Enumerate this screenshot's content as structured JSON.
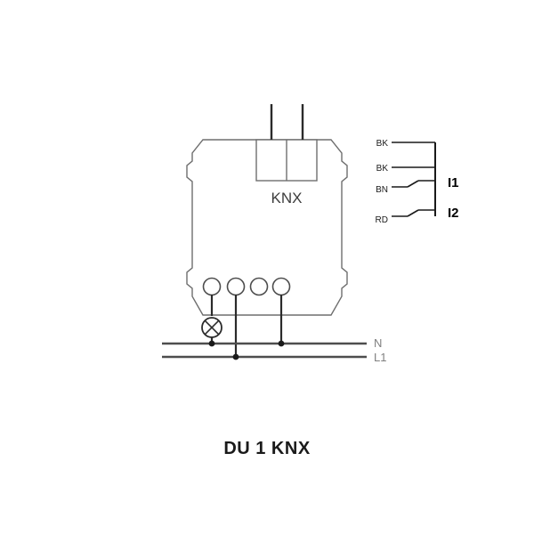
{
  "caption": "DU 1 KNX",
  "device": {
    "name": "flush-mount-knx-dimmer",
    "bus_terminal_label": "KNX"
  },
  "bus": {
    "wires": [
      "knx-bus-wire-left",
      "knx-bus-wire-right"
    ]
  },
  "load_terminals": [
    {
      "id": "terminal-1",
      "connects_to": "lamp"
    },
    {
      "id": "terminal-2",
      "connects_to": "L1"
    },
    {
      "id": "terminal-3",
      "connects_to": "none"
    },
    {
      "id": "terminal-4",
      "connects_to": "N"
    }
  ],
  "lamp": {
    "symbol": "lamp-cross-circle"
  },
  "mains": {
    "lines": [
      {
        "label": "N"
      },
      {
        "label": "L1"
      }
    ]
  },
  "input_block": {
    "wires": [
      {
        "label": "BK",
        "contact": false
      },
      {
        "label": "BK",
        "contact": false
      },
      {
        "label": "BN",
        "contact": true
      },
      {
        "label": "RD",
        "contact": true
      }
    ],
    "inputs": [
      {
        "label": "I1"
      },
      {
        "label": "I2"
      }
    ]
  },
  "colors": {
    "outline": "#6e6e6e",
    "wire_dark": "#2b2b2b",
    "mains_line": "#4d4d4d",
    "mains_label": "#808080",
    "caption": "#1a1a1a",
    "background": "#ffffff"
  }
}
